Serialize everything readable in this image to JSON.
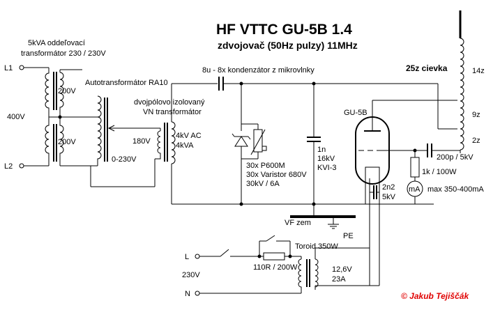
{
  "title": "HF VTTC  GU-5B  1.4",
  "subtitle": "zdvojovač (50Hz pulzy)  11MHz",
  "isolation_transformer": {
    "name": "5kVA oddeľovací",
    "ratio": "transformátor 230 / 230V",
    "winding_top": "200V",
    "winding_bottom": "200V",
    "mains_voltage": "400V"
  },
  "terminals": {
    "l1": "L1",
    "l2": "L2",
    "l": "L",
    "n": "N",
    "mains_230": "230V"
  },
  "autotransformer": {
    "name": "Autotransformátor RA10",
    "range": "0-230V",
    "tap": "180V"
  },
  "hv_transformer": {
    "line1": "dvojpólovo izolovaný",
    "line2": "VN transformátor",
    "rating_v": "4kV AC",
    "rating_va": "4kVA"
  },
  "coupling_cap": {
    "label": "8u - 8x kondenzátor z mikrovlnky"
  },
  "rectifier": {
    "line1": "30x P600M",
    "line2": "30x Varistor 680V",
    "line3": "30kV / 6A"
  },
  "hv_cap": {
    "line1": "1n",
    "line2": "16kV",
    "line3": "KVI-3"
  },
  "tube": {
    "name": "GU-5B"
  },
  "coil": {
    "label": "25z cievka",
    "tap1": "14z",
    "tap2": "9z",
    "tap3": "2z"
  },
  "grid": {
    "cap": "200p / 5kV",
    "resistor": "1k / 100W",
    "meter": "mA",
    "meter_range": "max 350-400mA"
  },
  "filament_cap": {
    "line1": "2n2",
    "line2": "5kV"
  },
  "ground": {
    "vf": "VF zem",
    "pe": "PE"
  },
  "filament_supply": {
    "toroid": "Toroid 350W",
    "resistor": "110R / 200W",
    "secondary_v": "12,6V",
    "secondary_a": "23A"
  },
  "copyright": "© Jakub Tejiščák"
}
